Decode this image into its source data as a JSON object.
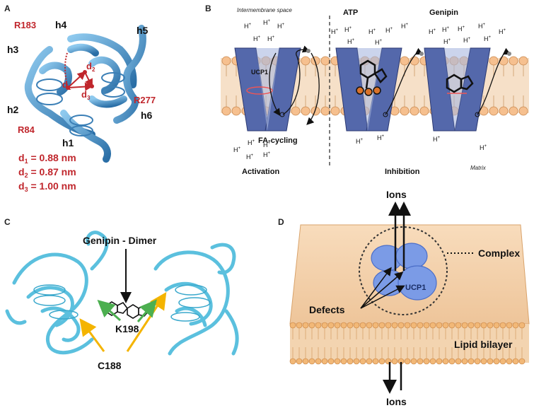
{
  "panels": {
    "a": "A",
    "b": "B",
    "c": "C",
    "d": "D"
  },
  "panel_a": {
    "helices": {
      "h1": "h1",
      "h2": "h2",
      "h3": "h3",
      "h4": "h4",
      "h5": "h5",
      "h6": "h6"
    },
    "residues": {
      "r183": "R183",
      "r277": "R277",
      "r84": "R84"
    },
    "d_labels": {
      "d1": "d",
      "d2": "d",
      "d3": "d",
      "s1": "1",
      "s2": "2",
      "s3": "3"
    },
    "distances": {
      "d1": {
        "main": "d",
        "sub": "1",
        "value": " = 0.88 nm"
      },
      "d2": {
        "main": "d",
        "sub": "2",
        "value": " = 0.87 nm"
      },
      "d3": {
        "main": "d",
        "sub": "3",
        "value": " = 1.00 nm"
      }
    }
  },
  "panel_b": {
    "intermembrane_space": "Intermembrane space",
    "matrix": "Matrix",
    "atp": "ATP",
    "genipin": "Genipin",
    "ucp1": "UCP1",
    "fa_cycling": "FA-cycling",
    "activation": "Activation",
    "inhibition": "Inhibition",
    "proton": {
      "main": "H",
      "sup": "+"
    }
  },
  "panel_c": {
    "genipin_dimer": "Genipin - Dimer",
    "k198": "K198",
    "c188": "C188"
  },
  "panel_d": {
    "ions_top": "Ions",
    "ions_bottom": "Ions",
    "complex": "Complex",
    "ucp1": "UCP1",
    "defects": "Defects",
    "lipid_bilayer": "Lipid bilayer"
  },
  "colors": {
    "residue_red": "#c0262c",
    "protein_blue": "#4a6bb0",
    "ribbon_cyan": "#5bc0de",
    "membrane_tan": "#f3d7b5",
    "arrow_orange": "#f4b400",
    "arrow_green": "#4caf50"
  }
}
